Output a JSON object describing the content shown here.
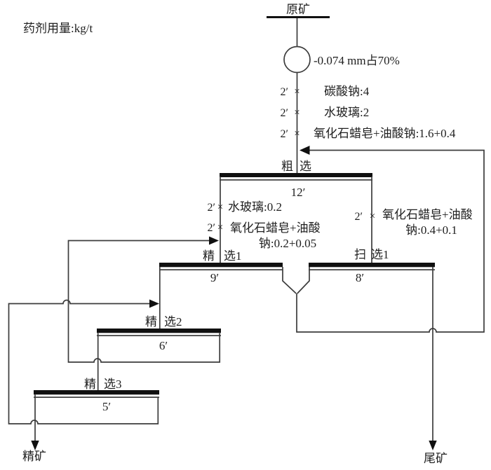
{
  "note": "药剂用量:kg/t",
  "symbols": {
    "times": "×",
    "interval": "2′"
  },
  "streams": {
    "feed": "原矿",
    "concentrate": "精矿",
    "tailings": "尾矿"
  },
  "grinding": {
    "fineness": "-0.074 mm占70%"
  },
  "feed_reagents": [
    {
      "interval": "2′",
      "label": "碳酸钠:4"
    },
    {
      "interval": "2′",
      "label": "水玻璃:2"
    },
    {
      "interval": "2′",
      "label": "氧化石蜡皂+油酸钠:1.6+0.4"
    }
  ],
  "cleaner1_feed_reagents": [
    {
      "interval": "2′",
      "label": "水玻璃:0.2"
    },
    {
      "interval": "2′",
      "label": "氧化石蜡皂+油酸",
      "label2": "钠:0.2+0.05"
    }
  ],
  "scavenger_feed_reagents": [
    {
      "interval": "2′",
      "label": "氧化石蜡皂+油酸",
      "label2": "钠:0.4+0.1"
    }
  ],
  "cells": {
    "rougher": {
      "label_left": "粗",
      "label_right": "选",
      "duration": "12′"
    },
    "cleaner1": {
      "label_left": "精",
      "label_right": "选1",
      "duration": "9′"
    },
    "scavenger1": {
      "label_left": "扫",
      "label_right": "选1",
      "duration": "8′"
    },
    "cleaner2": {
      "label_left": "精",
      "label_right": "选2",
      "duration": "6′"
    },
    "cleaner3": {
      "label_left": "精",
      "label_right": "选3",
      "duration": "5′"
    }
  },
  "colors": {
    "line": "#3c3c3c",
    "bar": "#101010",
    "text": "#1f1f1f",
    "background": "#ffffff"
  }
}
